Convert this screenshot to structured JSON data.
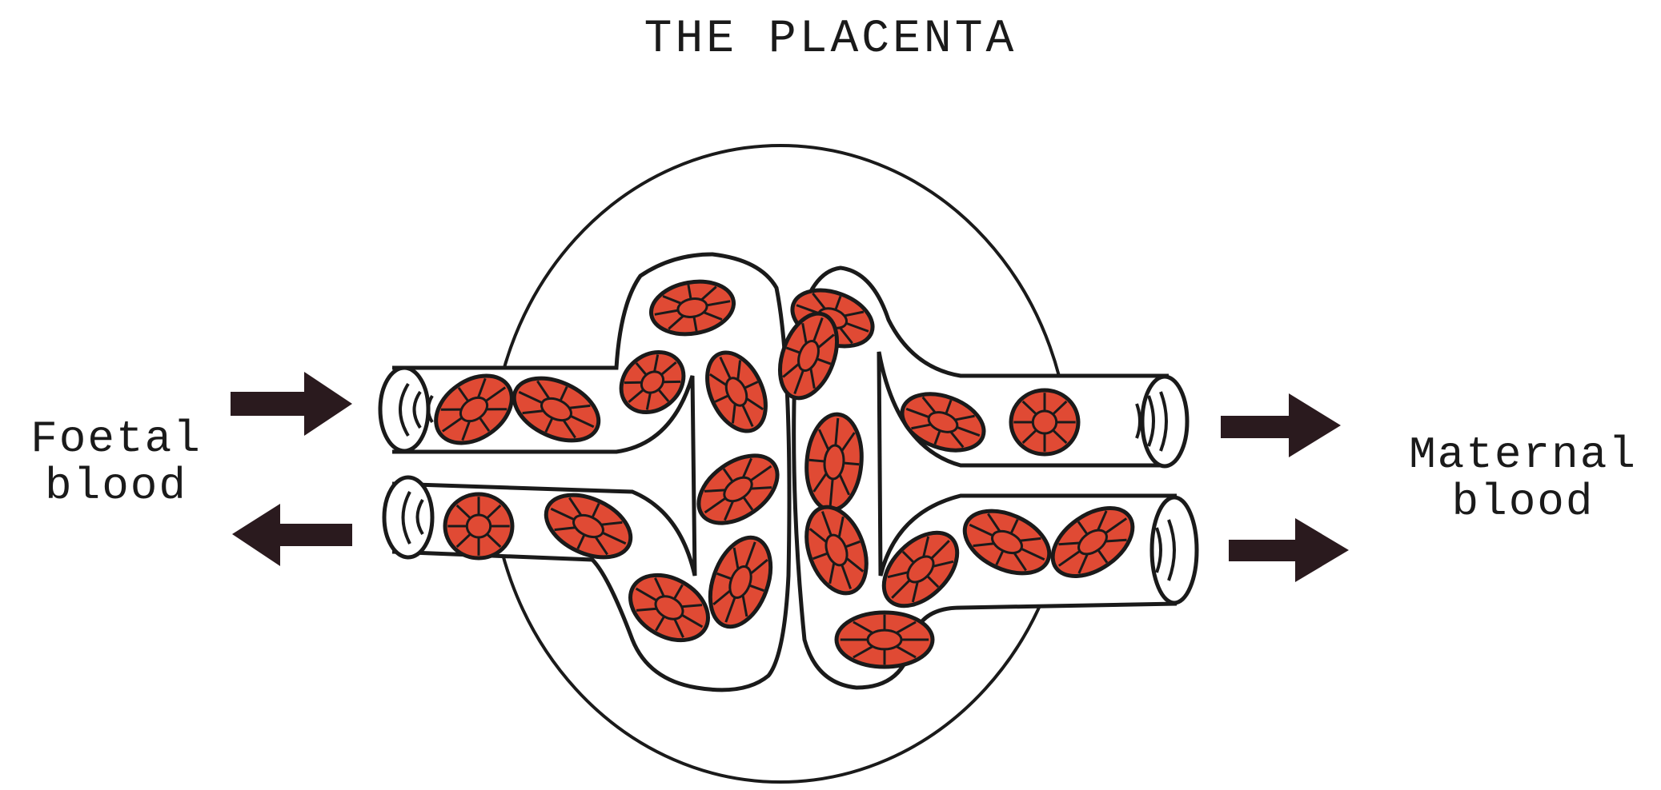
{
  "title": "THE PLACENTA",
  "labels": {
    "left_line1": "Foetal",
    "left_line2": "blood",
    "right_line1": "Maternal",
    "right_line2": "blood"
  },
  "colors": {
    "outline": "#1a1a1a",
    "cell_fill": "#e04a34",
    "arrow": "#2a1a1e",
    "background": "#ffffff"
  }
}
